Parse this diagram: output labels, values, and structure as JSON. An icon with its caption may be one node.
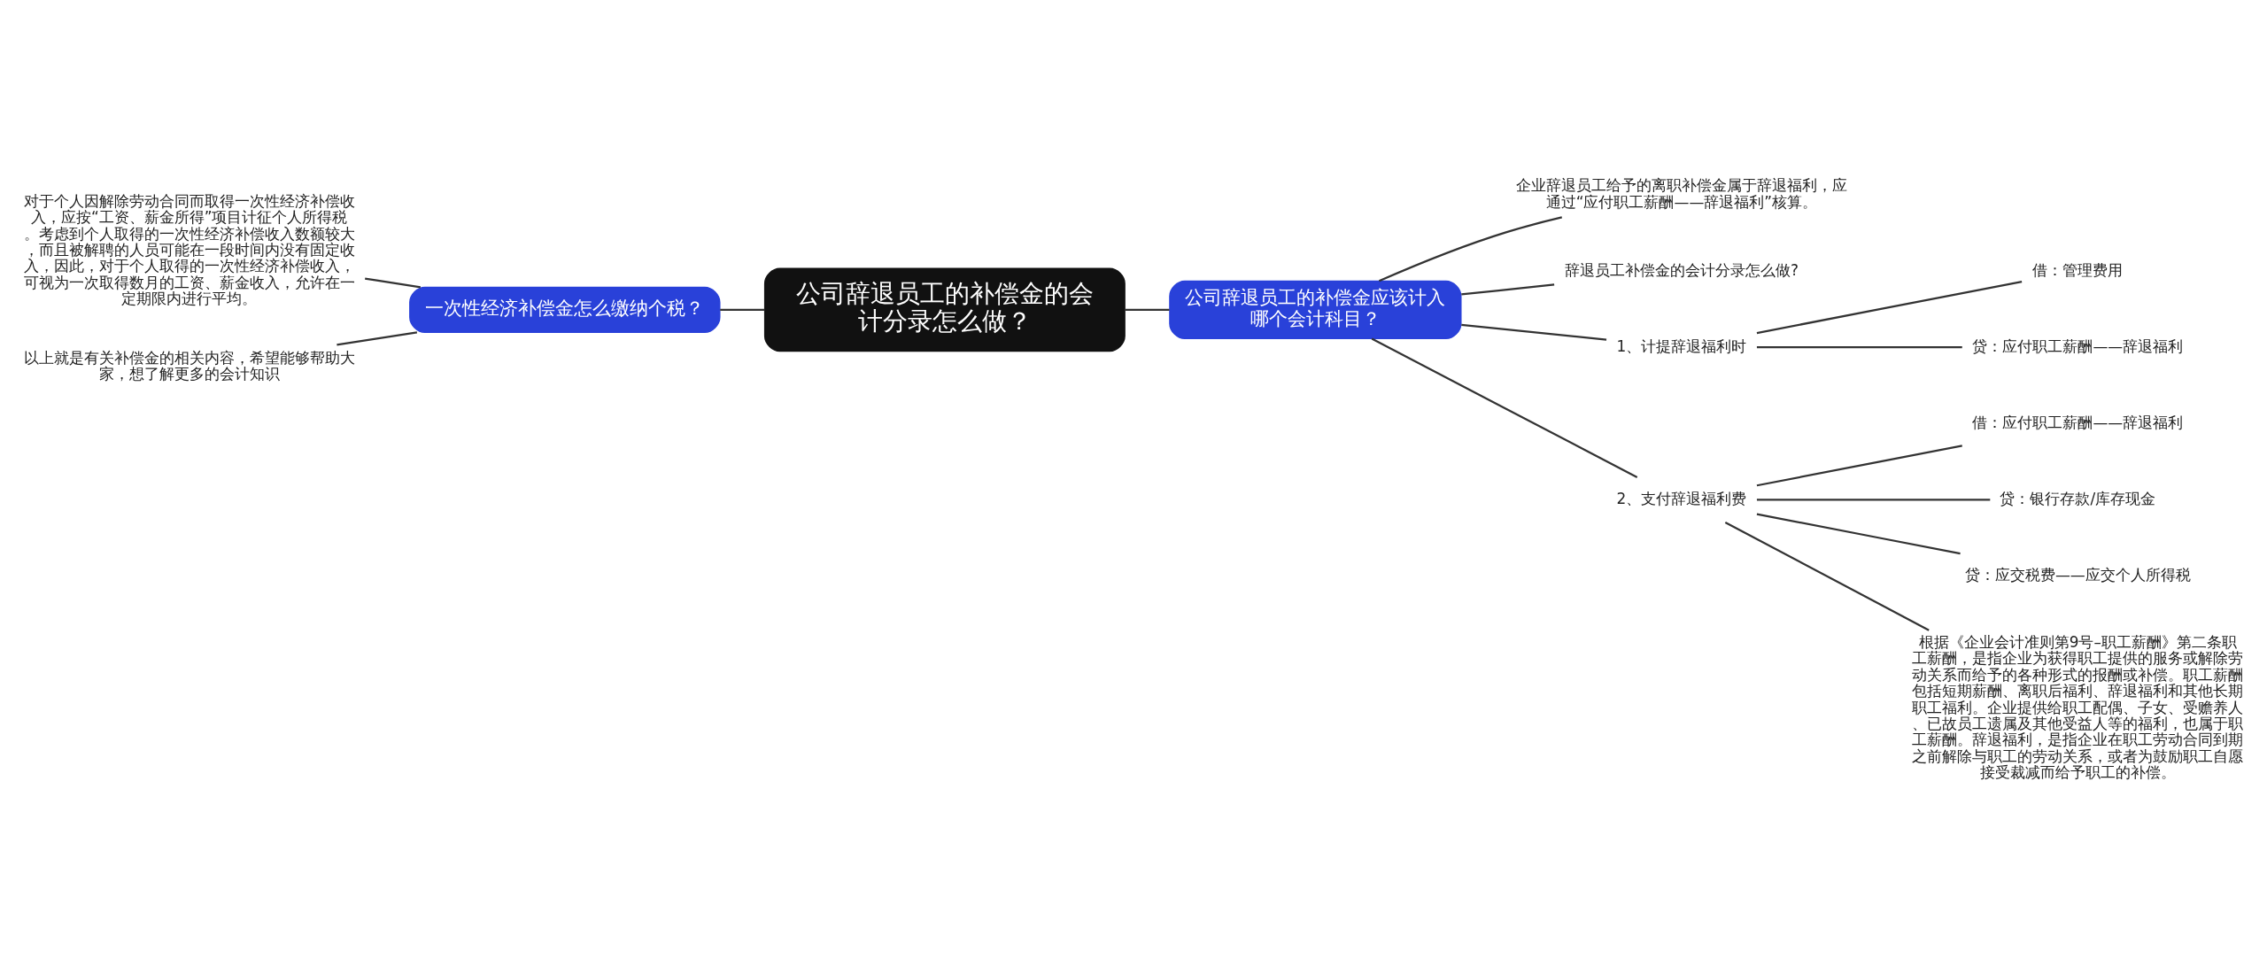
{
  "diagram": {
    "nodes": [
      {
        "text": [
          "公司辞退员工的补偿金的会计分录怎么做？"
        ]
      },
      {
        "text": [
          "一次性经济补偿金怎么缴纳个税？"
        ]
      },
      {
        "text": [
          "对于个人因解除劳动合同而取得一次性经济补偿收入，应按“工资、薪金所得”项目计征个人所得税。考虑到个人取得的一次性经济补偿收入数额较大，而且被解聘的人员可能在一段时间内没有固定收入，因此，对于个人取得的一次性经济补偿收入，可视为一次取得数月的工资、薪金收入，允许在一定期限内进行平均。"
        ]
      },
      {
        "text": [
          "以上就是有关补偿金的相关内容，希望能够帮助大家，想了解更多的会计知识"
        ]
      },
      {
        "text": [
          "公司辞退员工的补偿金应该计入哪个会计科目？"
        ]
      },
      {
        "text": [
          "企业辞退员工给予的离职补偿金属于辞退福利，应通过“应付职工薪酬——辞退福利”核算。"
        ]
      },
      {
        "text": [
          "辞退员工补偿金的会计分录怎么做?"
        ]
      },
      {
        "text": [
          "1、计提辞退福利时"
        ]
      },
      {
        "text": [
          "借：管理费用"
        ]
      },
      {
        "text": [
          "贷：应付职工薪酬——辞退福利"
        ]
      },
      {
        "text": [
          "2、支付辞退福利费"
        ]
      },
      {
        "text": [
          "借：应付职工薪酬——辞退福利"
        ]
      },
      {
        "text": [
          "贷：银行存款/库存现金"
        ]
      },
      {
        "text": [
          "贷：应交税费——应交个人所得税"
        ]
      },
      {
        "text": [
          "根据《企业会计准则第9号–职工薪酬》第二条职工薪酬，是指企业为获得职工提供的服务或解除劳动关系而给予的各种形式的报酬或补偿。职工薪酬包括短期薪酬、离职后福利、辞退福利和其他长期职工福利。企业提供给职工配偶、子女、受赡养人、已故员工遗属及其他受益人等的福利，也属于职工薪酬。辞退福利，是指企业在职工劳动合同到期之前解除与职工的劳动关系，或者为鼓励职工自愿接受裁减而给予职工的补偿。"
        ]
      }
    ],
    "edges": [
      {
        "from": 0,
        "to": 1,
        "arrow": "none"
      },
      {
        "from": 1,
        "to": 2,
        "arrow": "none"
      },
      {
        "from": 1,
        "to": 3,
        "arrow": "none"
      },
      {
        "from": 0,
        "to": 4,
        "arrow": "none"
      },
      {
        "from": 4,
        "to": 5,
        "arrow": "none"
      },
      {
        "from": 4,
        "to": 6,
        "arrow": "none"
      },
      {
        "from": 4,
        "to": 7,
        "arrow": "none"
      },
      {
        "from": 7,
        "to": 8,
        "arrow": "none"
      },
      {
        "from": 7,
        "to": 9,
        "arrow": "none"
      },
      {
        "from": 4,
        "to": 10,
        "arrow": "none"
      },
      {
        "from": 10,
        "to": 11,
        "arrow": "none"
      },
      {
        "from": 10,
        "to": 12,
        "arrow": "none"
      },
      {
        "from": 10,
        "to": 13,
        "arrow": "none"
      },
      {
        "from": 10,
        "to": 14,
        "arrow": "none"
      }
    ]
  }
}
